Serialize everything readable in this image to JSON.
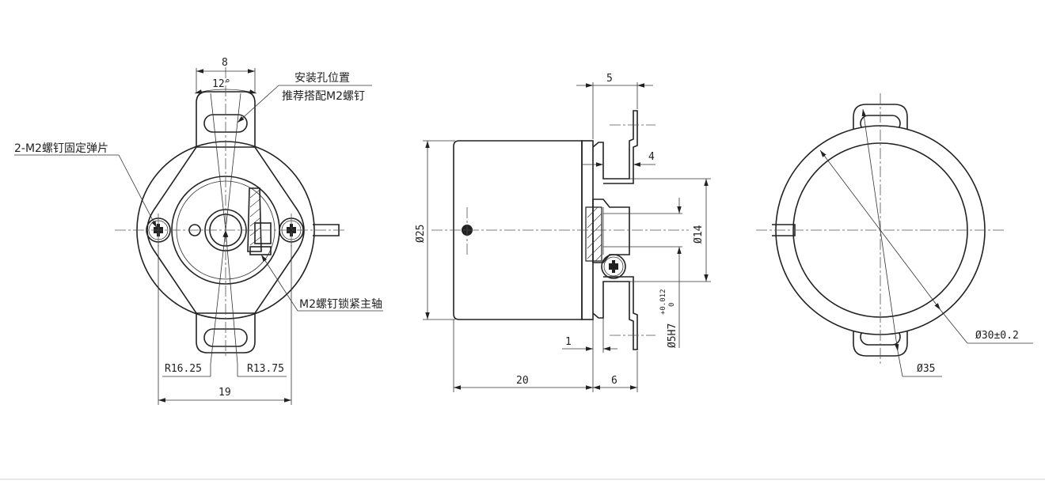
{
  "front_view": {
    "dim_width_8": "8",
    "dim_angle_12": "12°",
    "note_mount_hole": "安装孔位置",
    "note_screw_recommend": "推荐搭配M2螺钉",
    "note_spring_plate": "2-M2螺钉固定弹片",
    "note_shaft_screw": "M2螺钉锁紧主轴",
    "dim_r1625": "R16.25",
    "dim_r1375": "R13.75",
    "dim_19": "19"
  },
  "side_view": {
    "dim_5": "5",
    "dim_4": "4",
    "dim_d25": "Ø25",
    "dim_d14": "Ø14",
    "dim_shaft_main": "Ø5H7",
    "dim_shaft_tol_upper": "+0.012",
    "dim_shaft_tol_lower": "0",
    "dim_1": "1",
    "dim_20": "20",
    "dim_6": "6"
  },
  "rear_view": {
    "dim_d30": "Ø30±0.2",
    "dim_d35": "Ø35"
  }
}
